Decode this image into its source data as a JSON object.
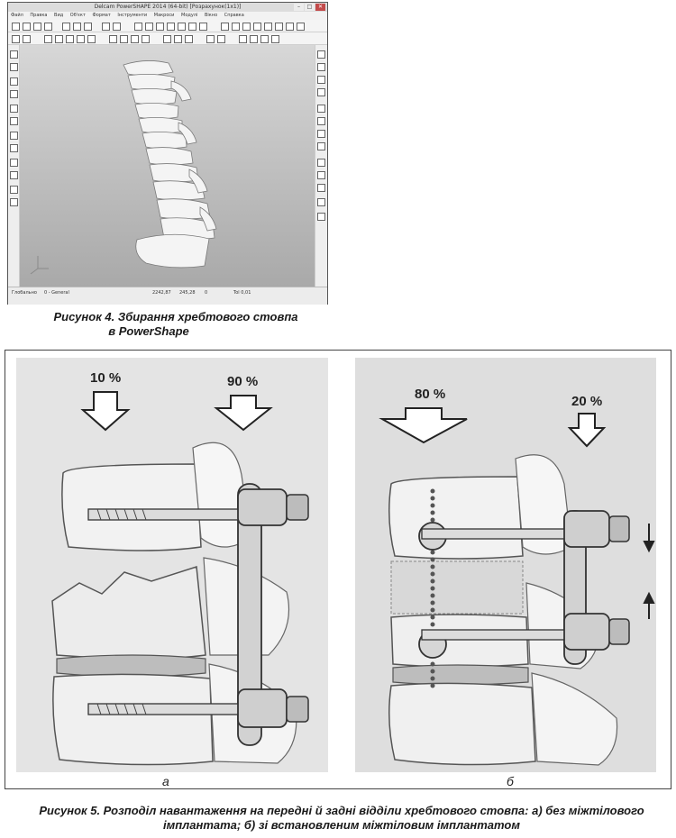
{
  "figure4": {
    "window_title": "Delcam PowerSHAPE 2014 (64-bit)  [Розрахунок(1x1)]",
    "menu": [
      "Файл",
      "Правка",
      "Вид",
      "Об'єкт",
      "Формат",
      "Інструменти",
      "Макроси",
      "Модулі",
      "Вікно",
      "Справка"
    ],
    "status_left": "Глобально",
    "status_mode": "0 - General",
    "status_x": "2242,87",
    "status_y": "245,28",
    "status_z": "0",
    "status_tol": "Tol 0,01",
    "caption_line1": "Рисунок 4. Збирання хребтового стовпа",
    "caption_line2": "в PowerShape"
  },
  "figure5": {
    "panel_a": {
      "anterior_load": "10 %",
      "posterior_load": "90 %",
      "label": "а"
    },
    "panel_b": {
      "anterior_load": "80 %",
      "posterior_load": "20 %",
      "label": "б"
    },
    "caption_line1": "Рисунок 5. Розподіл навантаження на передні й задні відділи хребтового стовпа: а) без міжтілового",
    "caption_line2": "імплантата; б) зі встановленим міжтіловим імплантатом"
  },
  "colors": {
    "bone": "#f2f2f2",
    "bone_shadow": "#9a9a9a",
    "metal": "#cfcfcf",
    "outline": "#333333",
    "close_button": "#c24a4a"
  }
}
